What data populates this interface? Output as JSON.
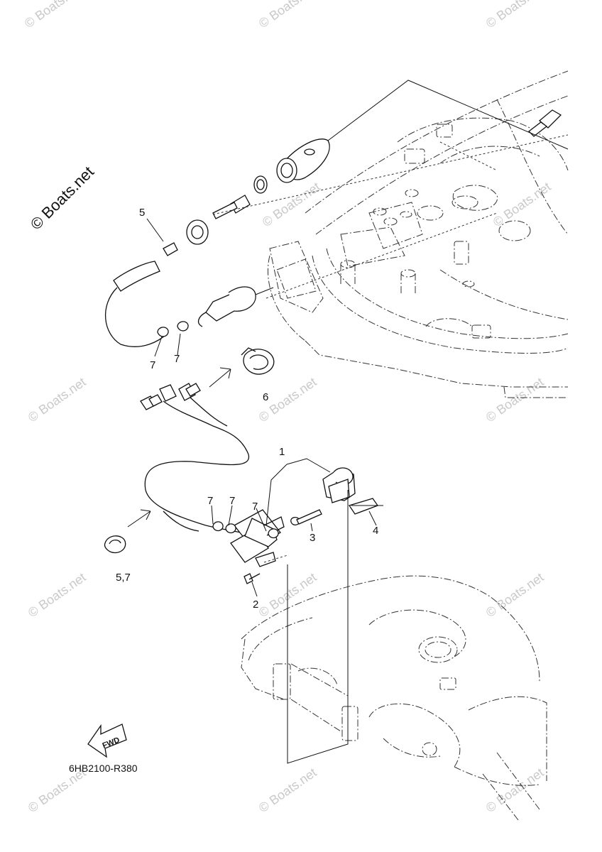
{
  "brand_stamp": "© Boats.net",
  "watermark_text": "© Boats.net",
  "diagram_code": "6HB2100-R380",
  "fwd_label": "FWD",
  "callouts": {
    "c1": "1",
    "c2": "2",
    "c3": "3",
    "c4": "4",
    "c5_top": "5",
    "c6": "6",
    "c7_a": "7",
    "c7_b": "7",
    "c7_c": "7",
    "c7_d": "7",
    "c7_e": "7",
    "c57": "5,7"
  }
}
